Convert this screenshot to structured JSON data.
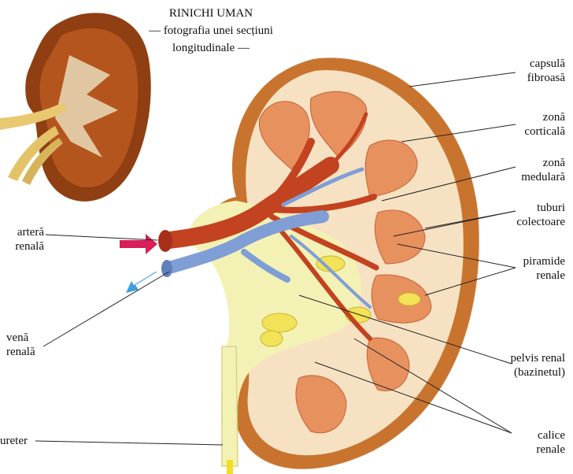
{
  "title": {
    "line1": "RINICHI UMAN",
    "line2": "— fotografia unei secțiuni",
    "line3": "longitudinale —"
  },
  "labels": {
    "capsula": [
      "capsulă",
      "fibroasă"
    ],
    "corticala": [
      "zonă",
      "corticală"
    ],
    "medulara": [
      "zonă",
      "medulară"
    ],
    "tuburi": [
      "tuburi",
      "colectoare"
    ],
    "piramide": [
      "piramide",
      "renale"
    ],
    "pelvis": [
      "pelvis renal",
      "(bazinetul)"
    ],
    "calice": [
      "calice",
      "renale"
    ],
    "artera": [
      "arteră",
      "renală"
    ],
    "vena": [
      "venă",
      "renală"
    ],
    "ureter": [
      "ureter"
    ]
  },
  "colors": {
    "capsule": "#c8742f",
    "cortex": "#f6e2c2",
    "pyramid": "#e7915f",
    "pelvis": "#f3f2b4",
    "artery": "#c3421f",
    "vein": "#7f9ed6",
    "arrow_in": "#d81f5a",
    "arrow_out": "#3aa0e0",
    "photo": "#8f3f12"
  }
}
